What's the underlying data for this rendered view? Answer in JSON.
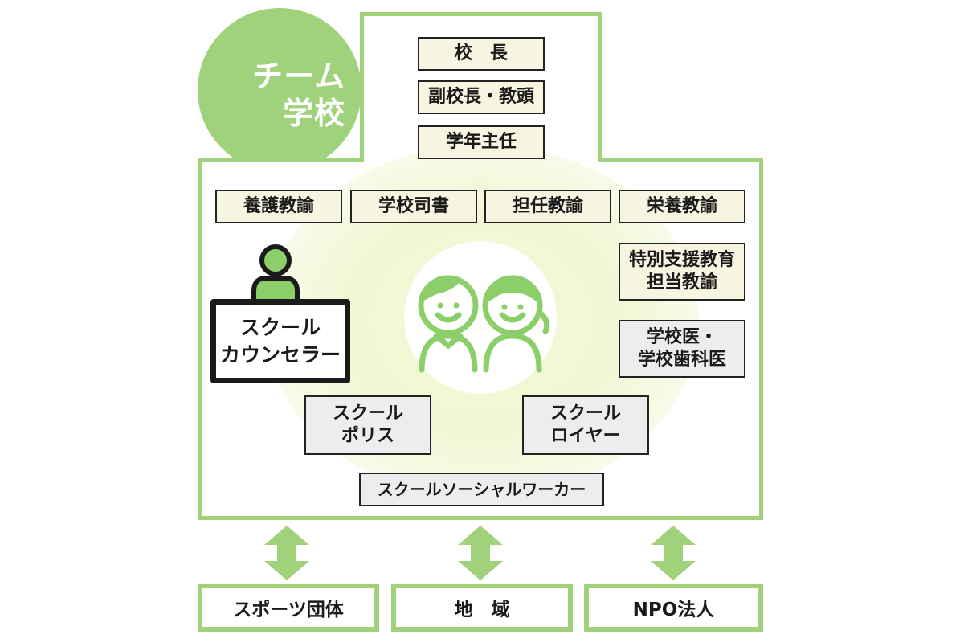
{
  "title": "チーム学校",
  "leadership": [
    "校　長",
    "副校長・教頭",
    "学年主任"
  ],
  "teachers_row": [
    "養護教諭",
    "学校司書",
    "担任教諭",
    "栄養教諭"
  ],
  "special_support": "特別支援教育\n担当教諭",
  "school_doctor": "学校医・\n学校歯科医",
  "counselor": "スクール\nカウンセラー",
  "school_police": "スクール\nポリス",
  "school_lawyer": "スクール\nロイヤー",
  "social_worker": "スクールソーシャルワーカー",
  "external": [
    "スポーツ団体",
    "地　域",
    "NPO法人"
  ],
  "colors": {
    "green": "#9fd27a",
    "cream": "#f8f4e2",
    "grey": "#eceeed",
    "figure": "#8ccf6a"
  }
}
